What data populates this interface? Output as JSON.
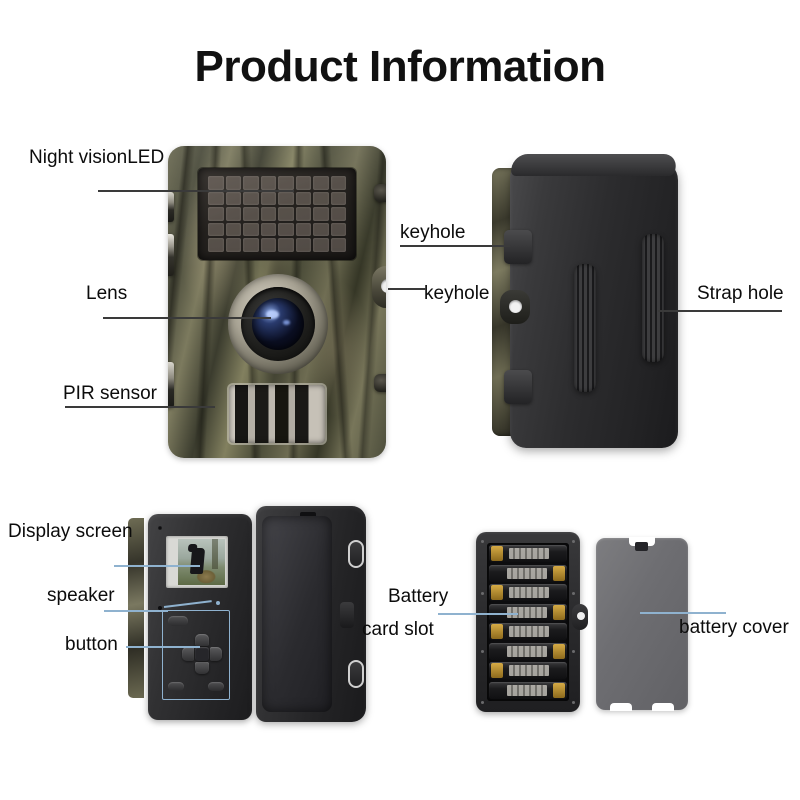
{
  "page": {
    "title": "Product Information",
    "background_color": "#ffffff",
    "text_color": "#0c0c0c",
    "leader_color_dark": "#3a3a3a",
    "leader_color_blue": "#8fb2cf"
  },
  "sections": {
    "top": {
      "name": "front-and-back-camera-views",
      "callouts": [
        {
          "id": "night-vision-led",
          "label": "Night visionLED",
          "line_color": "#3a3a3a",
          "points_to": "IR LED panel on camera front"
        },
        {
          "id": "lens",
          "label": "Lens",
          "line_color": "#3a3a3a",
          "points_to": "camera lens"
        },
        {
          "id": "pir-sensor",
          "label": "PIR sensor",
          "line_color": "#3a3a3a",
          "points_to": "PIR motion sensor window"
        },
        {
          "id": "keyhole-upper",
          "label": "keyhole",
          "line_color": "#3a3a3a",
          "points_to": "upper latch keyhole"
        },
        {
          "id": "keyhole-lower",
          "label": "keyhole",
          "line_color": "#3a3a3a",
          "points_to": "lower latch keyhole"
        },
        {
          "id": "strap-hole",
          "label": "Strap hole",
          "line_color": "#3a3a3a",
          "points_to": "ribbed strap slot on back"
        }
      ]
    },
    "bottom": {
      "name": "open-camera-and-battery-views",
      "callouts": [
        {
          "id": "display-screen",
          "label": "Display screen",
          "line_color": "#8fb2cf",
          "points_to": "LCD display screen"
        },
        {
          "id": "speaker",
          "label": "speaker",
          "line_color": "#8fb2cf",
          "points_to": "speaker hole"
        },
        {
          "id": "button",
          "label": "button",
          "line_color": "#8fb2cf",
          "points_to": "navigation button pad"
        },
        {
          "id": "battery-card-slot",
          "label_line1": "Battery",
          "label_line2": "card slot",
          "line_color": "#8fb2cf",
          "points_to": "battery compartment with AA cells"
        },
        {
          "id": "battery-cover",
          "label": "battery cover",
          "line_color": "#8fb2cf",
          "points_to": "removable battery cover plate"
        }
      ]
    }
  },
  "product": {
    "front_view": {
      "name": "camouflage-trail-camera-front",
      "ir_led_rows": 5,
      "ir_led_cols": 8
    },
    "back_view": {
      "name": "trail-camera-back-black",
      "strap_slots": 2
    },
    "open_view": {
      "name": "trail-camera-open-display",
      "screen_content": "deer photo"
    },
    "battery_tray": {
      "name": "battery-compartment",
      "cell_count": 8,
      "cell_type": "AA"
    },
    "battery_cover": {
      "name": "battery-cover-plate"
    }
  }
}
